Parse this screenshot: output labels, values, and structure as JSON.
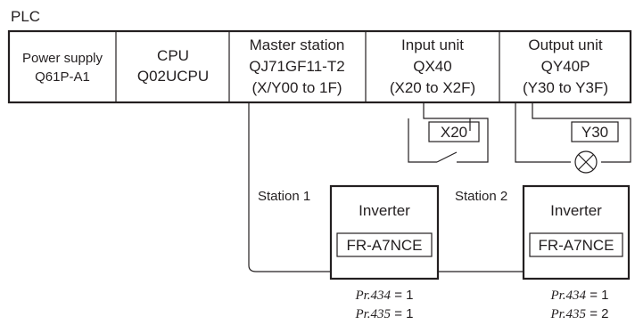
{
  "plc_label": "PLC",
  "modules": [
    {
      "line1": "Power supply",
      "line2": "Q61P-A1",
      "line3": ""
    },
    {
      "line1": "CPU",
      "line2": "Q02UCPU",
      "line3": ""
    },
    {
      "line1": "Master station",
      "line2": "QJ71GF11-T2",
      "line3": "(X/Y00 to 1F)"
    },
    {
      "line1": "Input unit",
      "line2": "QX40",
      "line3": "(X20 to X2F)"
    },
    {
      "line1": "Output unit",
      "line2": "QY40P",
      "line3": "(Y30 to Y3F)"
    }
  ],
  "input_signal": "X20",
  "output_signal": "Y30",
  "stations": [
    {
      "label": "Station 1",
      "title": "Inverter",
      "model": "FR-A7NCE",
      "param1_name": "Pr.434",
      "param1_value": "= 1",
      "param2_name": "Pr.435",
      "param2_value": "= 1"
    },
    {
      "label": "Station 2",
      "title": "Inverter",
      "model": "FR-A7NCE",
      "param1_name": "Pr.434",
      "param1_value": "= 1",
      "param2_name": "Pr.435",
      "param2_value": "= 2"
    }
  ]
}
